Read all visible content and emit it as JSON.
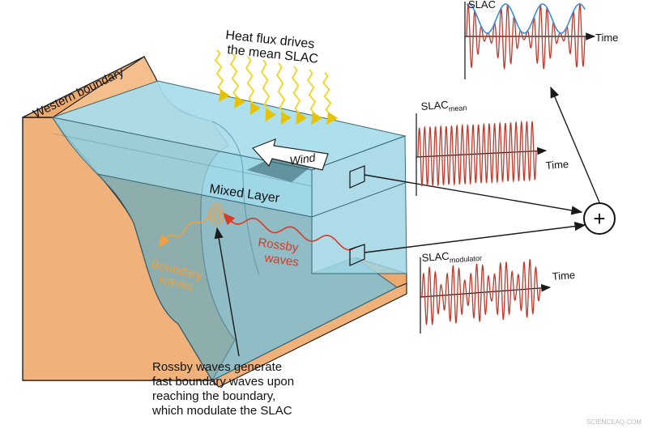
{
  "labels": {
    "western_boundary": "Western boundary",
    "heat_flux_line1": "Heat flux drives",
    "heat_flux_line2": "the mean SLAC",
    "wind": "Wind",
    "mixed_layer": "Mixed Layer",
    "rossby_line1": "Rossby",
    "rossby_line2": "waves",
    "boundary_line1": "Boundary",
    "boundary_line2": "waves",
    "caption_line1": "Rossby waves generate",
    "caption_line2": "fast boundary waves upon",
    "caption_line3": "reaching the boundary,",
    "caption_line4": "which modulate the SLAC",
    "plus_symbol": "+",
    "watermark": "SCIENCEAQ.COM"
  },
  "insets": {
    "top": {
      "ylabel": "SLAC",
      "xlabel": "Time"
    },
    "mean": {
      "ylabel": "SLAC",
      "ylabel_sub": "mean",
      "xlabel": "Time"
    },
    "modulator": {
      "ylabel": "SLAC",
      "ylabel_sub": "modulator",
      "xlabel": "Time"
    }
  },
  "colors": {
    "water_top": "#a6dcec",
    "water_side": "#8ec9d8",
    "land": "#f0b27a",
    "heat_arrows": "#f2d41c",
    "rossby_wave": "#d83a24",
    "boundary_wave": "#f0a040",
    "signal_red": "#c0392b",
    "envelope_blue": "#3a8fd6"
  }
}
